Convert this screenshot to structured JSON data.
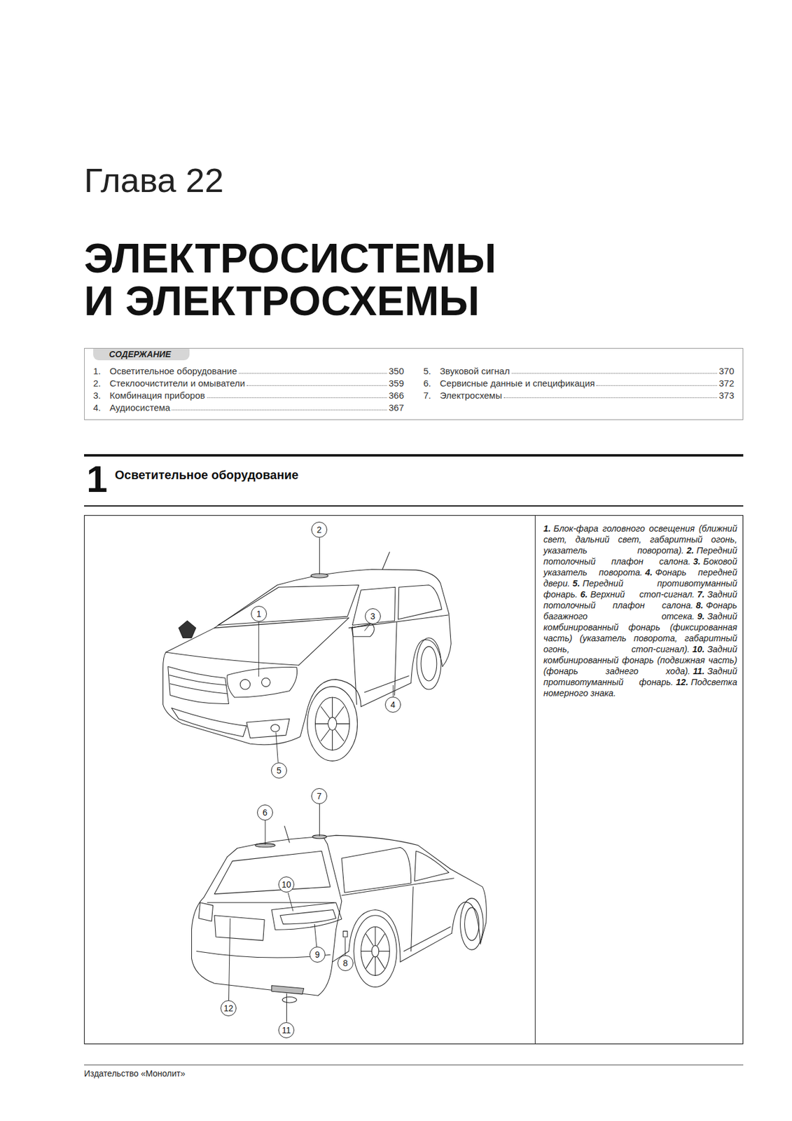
{
  "diagram": {
    "title": "ЭЛЕКТРОСИСТЕМЫ И ЭЛЕКТРОСХЕМЫ",
    "nodes": [
      {
        "text": [
          "СОДЕРЖАНИЕ",
          "1.",
          "Осветительное оборудование",
          "350",
          "2.",
          "Стеклоочистители и омыватели",
          "359",
          "3.",
          "Комбинация приборов",
          "366",
          "4.",
          "Аудиосистема",
          "367",
          "5.",
          "Звуковой сигнал",
          "370",
          "6.",
          "Сервисные данные и спецификация",
          "372",
          "7.",
          "Электросхемы",
          "373"
        ]
      },
      {
        "text": [
          "1",
          "Осветительное оборудование"
        ]
      },
      {
        "text": [
          "1.",
          "Блок-фара головного освещения (ближний свет, дальний свет, габаритный огонь, указатель поворота).",
          "2.",
          "Передний потолочный плафон салона.",
          "3.",
          "Боковой указатель поворота.",
          "4.",
          "Фонарь передней двери.",
          "5.",
          "Передний противотуманный фонарь.",
          "6.",
          "Верхний стоп-сигнал.",
          "7.",
          "Задний потолочный плафон салона.",
          "8.",
          "Фонарь багажного отсека.",
          "9.",
          "Задний комбинированный фонарь (фиксированная часть) (указатель поворота, габаритный огонь, стоп-сигнал).",
          "10.",
          "Задний комбинированный фонарь (подвижная часть) (фонарь заднего хода).",
          "11.",
          "Задний противотуманный фонарь.",
          "12.",
          "Подсветка номерного знака."
        ]
      },
      {
        "text": [
          "1"
        ]
      },
      {
        "text": [
          "2"
        ]
      },
      {
        "text": [
          "3"
        ]
      },
      {
        "text": [
          "4"
        ]
      },
      {
        "text": [
          "5"
        ]
      },
      {
        "text": [
          "6"
        ]
      },
      {
        "text": [
          "7"
        ]
      },
      {
        "text": [
          "8"
        ]
      },
      {
        "text": [
          "9"
        ]
      },
      {
        "text": [
          "10"
        ]
      },
      {
        "text": [
          "11"
        ]
      },
      {
        "text": [
          "12"
        ]
      }
    ],
    "labels": [
      "Глава 22",
      "Издательство «Монолит»"
    ]
  }
}
